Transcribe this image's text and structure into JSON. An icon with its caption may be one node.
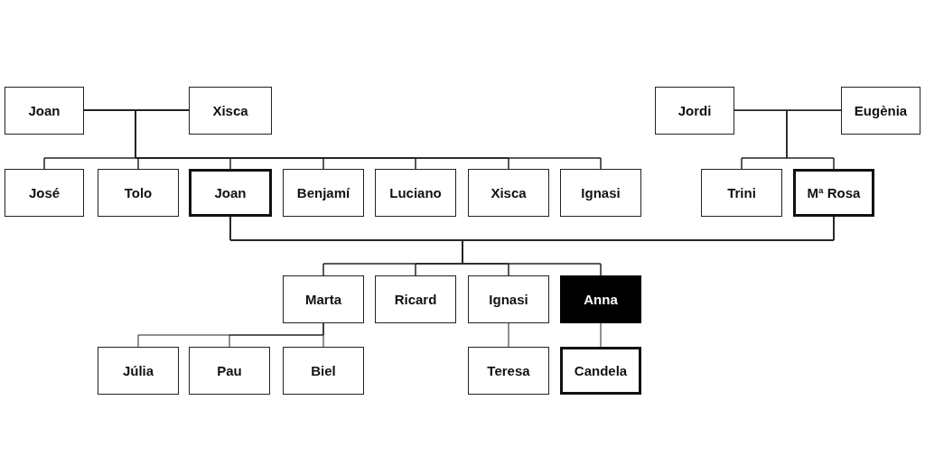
{
  "diagram": {
    "nodes": [
      {
        "text": [
          "Joan"
        ]
      },
      {
        "text": [
          "Xisca"
        ]
      },
      {
        "text": [
          "Jordi"
        ]
      },
      {
        "text": [
          "Eugènia"
        ]
      },
      {
        "text": [
          "José"
        ]
      },
      {
        "text": [
          "Tolo"
        ]
      },
      {
        "text": [
          "Joan"
        ]
      },
      {
        "text": [
          "Benjamí"
        ]
      },
      {
        "text": [
          "Luciano"
        ]
      },
      {
        "text": [
          "Xisca"
        ]
      },
      {
        "text": [
          "Ignasi"
        ]
      },
      {
        "text": [
          "Trini"
        ]
      },
      {
        "text": [
          "Mª Rosa"
        ]
      },
      {
        "text": [
          "Marta"
        ]
      },
      {
        "text": [
          "Ricard"
        ]
      },
      {
        "text": [
          "Ignasi"
        ]
      },
      {
        "text": [
          "Anna"
        ]
      },
      {
        "text": [
          "Júlia"
        ]
      },
      {
        "text": [
          "Pau"
        ]
      },
      {
        "text": [
          "Biel"
        ]
      },
      {
        "text": [
          "Teresa"
        ]
      },
      {
        "text": [
          "Candela"
        ]
      }
    ],
    "edges": [
      {
        "from": 0,
        "to": 1,
        "arrow": "none"
      },
      {
        "from": 0,
        "to": 4,
        "arrow": "none"
      },
      {
        "from": 0,
        "to": 5,
        "arrow": "none"
      },
      {
        "from": 0,
        "to": 6,
        "arrow": "none"
      },
      {
        "from": 0,
        "to": 7,
        "arrow": "none"
      },
      {
        "from": 0,
        "to": 8,
        "arrow": "none"
      },
      {
        "from": 0,
        "to": 9,
        "arrow": "none"
      },
      {
        "from": 0,
        "to": 10,
        "arrow": "none"
      },
      {
        "from": 1,
        "to": 4,
        "arrow": "none"
      },
      {
        "from": 1,
        "to": 5,
        "arrow": "none"
      },
      {
        "from": 1,
        "to": 6,
        "arrow": "none"
      },
      {
        "from": 1,
        "to": 7,
        "arrow": "none"
      },
      {
        "from": 1,
        "to": 8,
        "arrow": "none"
      },
      {
        "from": 1,
        "to": 9,
        "arrow": "none"
      },
      {
        "from": 1,
        "to": 10,
        "arrow": "none"
      },
      {
        "from": 2,
        "to": 3,
        "arrow": "none"
      },
      {
        "from": 2,
        "to": 11,
        "arrow": "none"
      },
      {
        "from": 2,
        "to": 12,
        "arrow": "none"
      },
      {
        "from": 3,
        "to": 11,
        "arrow": "none"
      },
      {
        "from": 3,
        "to": 12,
        "arrow": "none"
      },
      {
        "from": 6,
        "to": 12,
        "arrow": "none"
      },
      {
        "from": 6,
        "to": 13,
        "arrow": "none"
      },
      {
        "from": 6,
        "to": 14,
        "arrow": "none"
      },
      {
        "from": 6,
        "to": 15,
        "arrow": "none"
      },
      {
        "from": 6,
        "to": 16,
        "arrow": "none"
      },
      {
        "from": 12,
        "to": 13,
        "arrow": "none"
      },
      {
        "from": 12,
        "to": 14,
        "arrow": "none"
      },
      {
        "from": 12,
        "to": 15,
        "arrow": "none"
      },
      {
        "from": 12,
        "to": 16,
        "arrow": "none"
      },
      {
        "from": 13,
        "to": 17,
        "arrow": "none"
      },
      {
        "from": 13,
        "to": 18,
        "arrow": "none"
      },
      {
        "from": 13,
        "to": 19,
        "arrow": "none"
      },
      {
        "from": 15,
        "to": 20,
        "arrow": "none"
      },
      {
        "from": 16,
        "to": 21,
        "arrow": "none"
      }
    ]
  }
}
